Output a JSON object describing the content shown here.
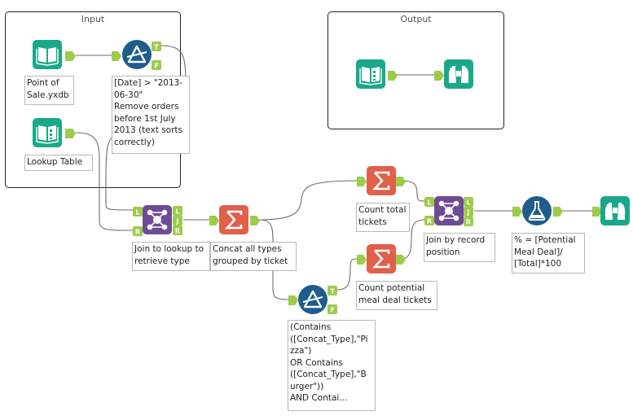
{
  "containers": {
    "input": {
      "title": "Input"
    },
    "output": {
      "title": "Output"
    }
  },
  "annotations": {
    "point_of_sale": "Point of\nSale.yxdb",
    "lookup_table": "Lookup Table",
    "date_filter": "[Date] > \"2013-\n06-30\"\nRemove orders\nbefore 1st July\n2013 (text sorts\ncorrectly)",
    "join_lookup": "Join to lookup to\nretrieve type",
    "concat_types": "Concat all types\ngrouped by ticket",
    "count_total": "Count total\ntickets",
    "count_potential": "Count potential\nmeal deal tickets",
    "join_position": "Join by record\nposition",
    "formula": "% = [Potential\nMeal Deal]/\n[Total]*100",
    "contains_filter": "(Contains\n([Concat_Type],\"Pi\nzza\")\nOR Contains\n([Concat_Type],\"B\nurger\"))\nAND Contai..."
  },
  "anchor_labels": {
    "true": "T",
    "false": "F",
    "left": "L",
    "right": "R",
    "join": "J"
  },
  "colors": {
    "input_tool": "#1aa88a",
    "preparation_tool": "#1e5d8c",
    "join_tool": "#6f4b97",
    "summarize_tool": "#e0604a",
    "browse_tool": "#1aa88a",
    "anchor": "#9ccc4a",
    "wire": "#6d6d6d"
  },
  "icons": {
    "input_data": "book-icon",
    "filter": "filter-triangle-icon",
    "join": "join-network-icon",
    "summarize": "sigma-icon",
    "formula": "flask-icon",
    "browse": "binoculars-icon"
  }
}
